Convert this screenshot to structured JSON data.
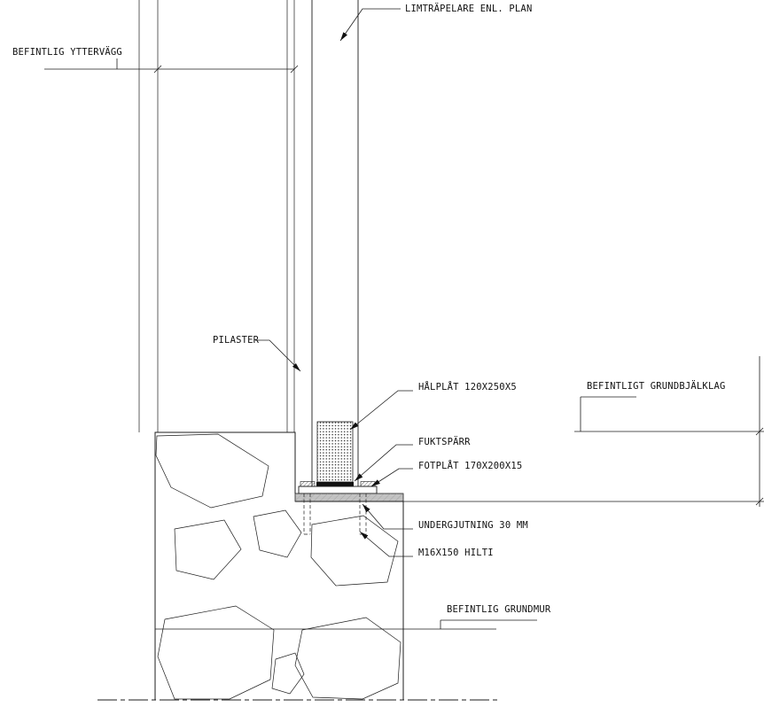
{
  "drawing": {
    "labels": {
      "glulam_column": "LIMTRÄPELARE ENL. PLAN",
      "existing_exterior_wall": "BEFINTLIG YTTERVÄGG",
      "pilaster": "PILASTER",
      "hole_plate": "HÅLPLÅT 120X250X5",
      "existing_foundation_joist": "BEFINTLIGT GRUNDBJÄLKLAG",
      "moisture_barrier": "FUKTSPÄRR",
      "foot_plate": "FOTPLÅT 170X200X15",
      "grouting": "UNDERGJUTNING 30 MM",
      "anchor_bolt": "M16X150 HILTI",
      "existing_foundation_wall": "BEFINTLIG GRUNDMUR"
    },
    "colors": {
      "line": "#1c1c1c",
      "grout_fill": "#c2c2c2",
      "background": "#ffffff"
    }
  }
}
